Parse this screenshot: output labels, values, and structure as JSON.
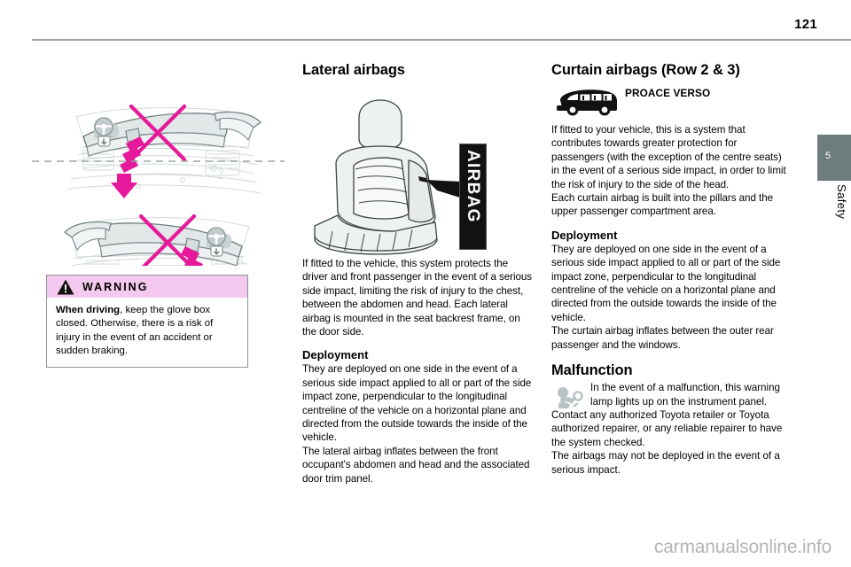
{
  "page": {
    "number": "121",
    "watermark": "carmanualsonline.info"
  },
  "side_tab": {
    "chapter_number": "5",
    "chapter_label": "Safety"
  },
  "column1": {
    "illustration_name": "glove-box-airbag-deployment-zone",
    "warning": {
      "heading": "WARNING",
      "lead_bold": "When driving",
      "text_rest": ", keep the glove box closed. Otherwise, there is a risk of injury in the event of an accident or sudden braking."
    }
  },
  "column2": {
    "title": "Lateral airbags",
    "illustration_label": "AIRBAG",
    "intro": "If fitted to the vehicle, this system protects the driver and front passenger in the event of a serious side impact, limiting the risk of injury to the chest, between the abdomen and head. Each lateral airbag is mounted in the seat backrest frame, on the door side.",
    "deployment_heading": "Deployment",
    "deployment_text": "They are deployed on one side in the event of a serious side impact applied to all or part of the side impact zone, perpendicular to the longitudinal centreline of the vehicle on a horizontal plane and directed from the outside towards the inside of the vehicle.\nThe lateral airbag inflates between the front occupant's abdomen and head and the associated door trim panel."
  },
  "column3": {
    "title": "Curtain airbags (Row 2 & 3)",
    "vehicle_name": "PROACE VERSO",
    "intro": "If fitted to your vehicle, this is a system that contributes towards greater protection for passengers (with the exception of the centre seats) in the event of a serious side impact, in order to limit the risk of injury to the side of the head.\nEach curtain airbag is built into the pillars and the upper passenger compartment area.",
    "deployment_heading": "Deployment",
    "deployment_text": "They are deployed on one side in the event of a serious side impact applied to all or part of the side impact zone, perpendicular to the longitudinal centreline of the vehicle on a horizontal plane and directed from the outside towards the inside of the vehicle.\nThe curtain airbag inflates between the outer rear passenger and the windows.",
    "malfunction_heading": "Malfunction",
    "malfunction_lead": "In the event of a malfunction, this warning lamp lights up on the instrument panel.",
    "malfunction_rest": "Contact any authorized Toyota retailer or Toyota authorized repairer, or any reliable repairer to have the system checked.\nThe airbags may not be deployed in the event of a serious impact."
  },
  "colors": {
    "accent_magenta": "#e6199b",
    "warning_pink": "#f5c8ef",
    "tab_gray": "#6d7c7c",
    "rule_gray": "#9aa5a5",
    "line_gray": "#c9d2d2"
  }
}
